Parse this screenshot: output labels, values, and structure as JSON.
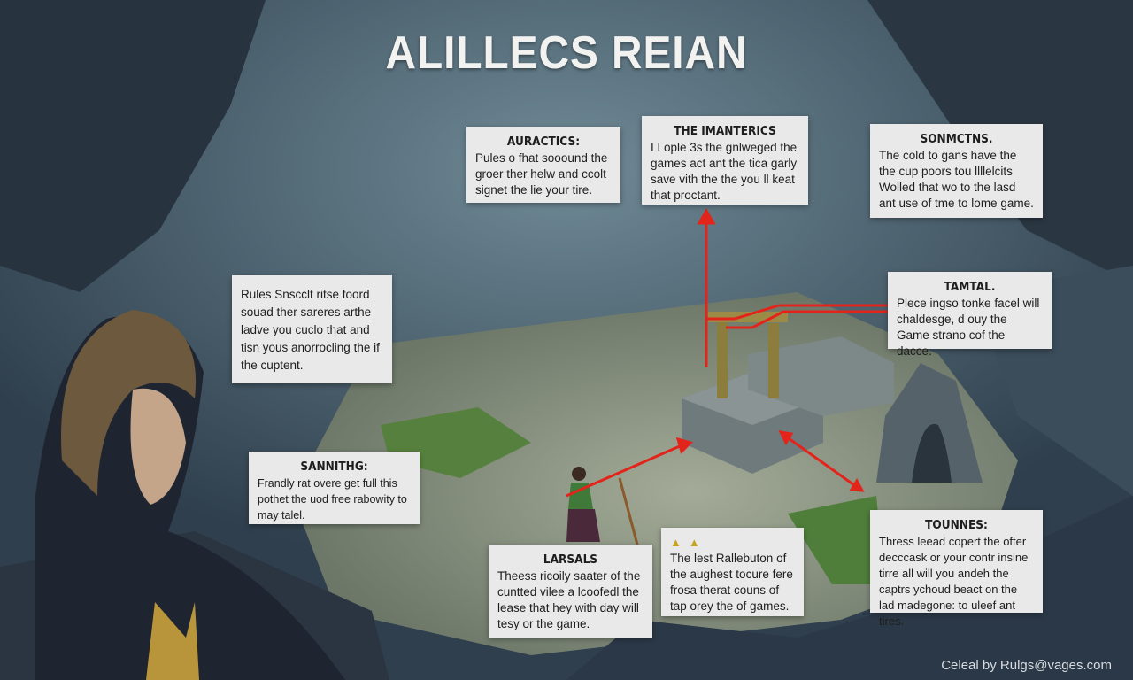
{
  "title": "ALILLECS REIAN",
  "cards": [
    {
      "title": "AURACTICS:",
      "body": "Pules o fhat sooound the groer ther helw and ccolt signet the lie your tire."
    },
    {
      "title": "THE IMANTERICS",
      "body": "I Lople 3s the gnlweged the games act ant the tica garly save vith the the you ll keat that proctant."
    },
    {
      "title": "SONMCTNS.",
      "body": "The cold to gans have the the cup poors tou llllelcits Wolled that wo to the lasd ant use of tme to lome game."
    },
    {
      "title": "TAMTAL.",
      "body": "Plece ingso tonke facel will chaldesge, d ouy the Game strano cof the dacce."
    },
    {
      "title": "",
      "body": "Rules Snscclt ritse foord souad ther sareres arthe ladve you cuclo that and tisn yous anorrocling the if the cuptent."
    },
    {
      "title": "SANNITHG:",
      "body": "Frandly rat overe get full this pothet the uod free rabowity to may talel."
    },
    {
      "title": "LARSALS",
      "body": "Theess ricoily saater of the cuntted vilee a lcoofedl the lease that hey with day will tesy or the game."
    },
    {
      "title": "",
      "body": "The lest Rallebuton of the aughest tocure fere frosa therat couns of tap orey the of games."
    },
    {
      "title": "TOUNNES:",
      "body": "Thress leead copert the ofter decccask or your contr insine tirre all will you andeh the captrs ychoud beact on the lad madegone: to uleef ant tires."
    }
  ],
  "bell_icons": "▲▲",
  "credit": "Celeal by Rulgs@vages.com",
  "colors": {
    "arrow": "#e3241b",
    "card": "#e8e9e8"
  }
}
